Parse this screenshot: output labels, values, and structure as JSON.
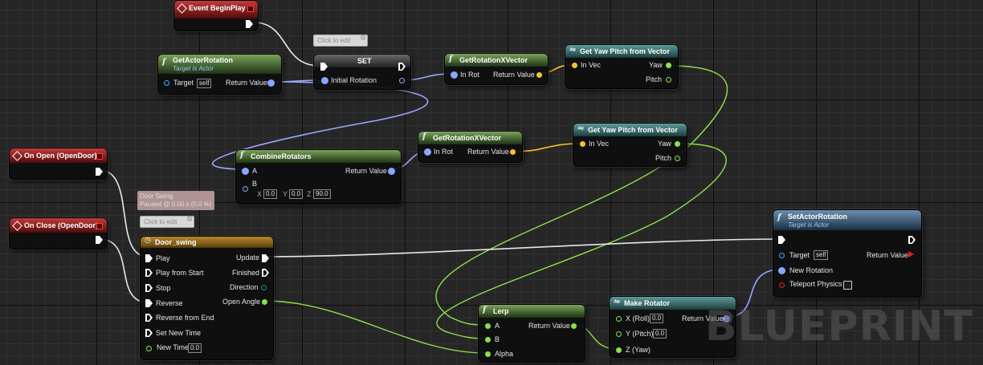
{
  "watermark": "BLUEPRINT",
  "comments": {
    "set_comment": "Click to edit",
    "timeline_comment": "Click to edit"
  },
  "timeline_status": {
    "line1": "Door Swing",
    "line2": "Paused @ 0.00 s (0.0 %)"
  },
  "nodes": {
    "event_begin_play": {
      "title": "Event BeginPlay"
    },
    "get_actor_rotation": {
      "title": "GetActorRotation",
      "subtitle": "Target is Actor",
      "target_label": "Target",
      "target_value": "self",
      "return_label": "Return Value"
    },
    "set": {
      "title": "SET",
      "initial_rotation": "Initial Rotation"
    },
    "get_rotation_x_vector_1": {
      "title": "GetRotationXVector",
      "in_label": "In Rot",
      "return_label": "Return Value"
    },
    "get_yaw_pitch_1": {
      "title": "Get Yaw Pitch from Vector",
      "in_label": "In Vec",
      "yaw_label": "Yaw",
      "pitch_label": "Pitch"
    },
    "get_rotation_x_vector_2": {
      "title": "GetRotationXVector",
      "in_label": "In Rot",
      "return_label": "Return Value"
    },
    "get_yaw_pitch_2": {
      "title": "Get Yaw Pitch from Vector",
      "in_label": "In Vec",
      "yaw_label": "Yaw",
      "pitch_label": "Pitch"
    },
    "combine_rotators": {
      "title": "CombineRotators",
      "a_label": "A",
      "b_label": "B",
      "return_label": "Return Value",
      "x_label": "X",
      "x_value": "0.0",
      "y_label": "Y",
      "y_value": "0.0",
      "z_label": "Z",
      "z_value": "90.0"
    },
    "on_open": {
      "title": "On Open (OpenDoor)"
    },
    "on_close": {
      "title": "On Close (OpenDoor)"
    },
    "door_swing": {
      "title": "Door_swing",
      "play": "Play",
      "play_from_start": "Play from Start",
      "stop": "Stop",
      "reverse": "Reverse",
      "reverse_from_end": "Reverse from End",
      "set_new_time": "Set New Time",
      "new_time": "New Time",
      "new_time_value": "0.0",
      "update": "Update",
      "finished": "Finished",
      "direction": "Direction",
      "open_angle": "Open Angle"
    },
    "set_actor_rotation": {
      "title": "SetActorRotation",
      "subtitle": "Target is Actor",
      "target_label": "Target",
      "target_value": "self",
      "new_rotation": "New Rotation",
      "teleport": "Teleport Physics",
      "return_label": "Return Value"
    },
    "lerp": {
      "title": "Lerp",
      "a_label": "A",
      "b_label": "B",
      "alpha_label": "Alpha",
      "return_label": "Return Value"
    },
    "make_rotator": {
      "title": "Make Rotator",
      "x_label": "X (Roll)",
      "x_value": "0.0",
      "y_label": "Y (Pitch)",
      "y_value": "0.0",
      "z_label": "Z (Yaw)",
      "return_label": "Return Value"
    }
  }
}
